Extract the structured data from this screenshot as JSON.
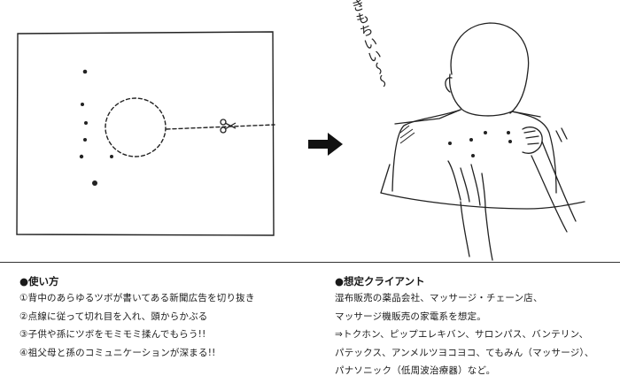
{
  "illustration": {
    "speech": "きもちいい〜〜",
    "scissors_icon": "scissors-icon",
    "arrow_icon": "right-arrow-icon"
  },
  "usage": {
    "heading": "●使い方",
    "items": [
      "①背中のあらゆるツボが書いてある新聞広告を切り抜き",
      "②点線に従って切れ目を入れ、頭からかぶる",
      "③子供や孫にツボをモミモミ揉んでもらう!!",
      "④祖父母と孫のコミュニケーションが深まる!!"
    ]
  },
  "clients": {
    "heading": "●想定クライアント",
    "lines": [
      "湿布販売の薬品会社、マッサージ・チェーン店、",
      "マッサージ機販売の家電系を想定。",
      "⇒トクホン、ピップエレキバン、サロンパス、バンテリン、",
      "パテックス、アンメルツヨコヨコ、てもみん（マッサージ）、",
      "パナソニック（低周波治療器）など。"
    ]
  }
}
